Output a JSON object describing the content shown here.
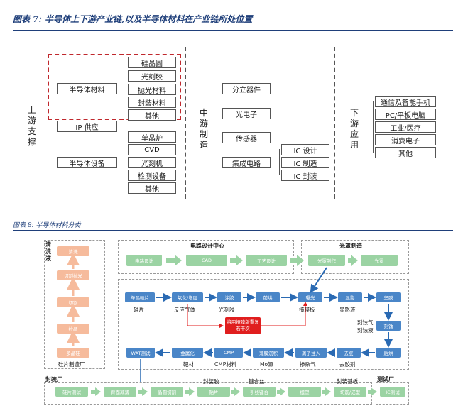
{
  "fig7": {
    "title": "图表 7:  半导体上下游产业链,以及半导体材料在产业链所处位置",
    "upstream": {
      "label": "上游支撑",
      "materials": {
        "label": "半导体材料",
        "items": [
          "硅晶圆",
          "光刻胶",
          "抛光材料",
          "封装材料",
          "其他"
        ]
      },
      "ip_supply": "IP 供应",
      "equipment": {
        "label": "半导体设备",
        "items": [
          "单晶炉",
          "CVD",
          "光刻机",
          "检测设备",
          "其他"
        ]
      }
    },
    "midstream": {
      "label": "中游制造",
      "items": [
        "分立器件",
        "光电子",
        "传感器",
        "集成电路"
      ],
      "ic_items": [
        "IC 设计",
        "IC 制造",
        "IC 封装"
      ]
    },
    "downstream": {
      "label": "下游应用",
      "items": [
        "通信及智能手机",
        "PC/平板电脑",
        "工业/医疗",
        "消费电子",
        "其他"
      ]
    }
  },
  "fig8": {
    "title": "图表 8:  半导体材料分类",
    "cleaning": {
      "label": "清洗液",
      "steps": [
        "清洗",
        "切割抛光",
        "切割",
        "拉晶",
        "多晶硅"
      ],
      "footer": "硅片制造厂"
    },
    "circuit_design": {
      "label": "电路设计中心",
      "steps": [
        "电路设计",
        "CAD",
        "工艺设计"
      ]
    },
    "mask": {
      "label": "光罩制造",
      "steps": [
        "光罩制作",
        "光罩"
      ]
    },
    "fab": {
      "row1": [
        "单晶硅片",
        "氧化/增层",
        "涂胶",
        "前烘",
        "曝光",
        "显影",
        "坚膜"
      ],
      "row1_labels": [
        "硅片",
        "反应气体",
        "光刻胶",
        "掩膜板",
        "显影液"
      ],
      "right_col": [
        "刻蚀",
        "后烘"
      ],
      "etch_labels": [
        "刻蚀气",
        "刻蚀液"
      ],
      "row2": [
        "WAT测试",
        "金属化",
        "CMP",
        "薄膜沉积",
        "离子注入",
        "去胶"
      ],
      "row2_labels": [
        "靶材",
        "CMP材料",
        "Mo源",
        "掺杂气",
        "去胶剂"
      ],
      "reuse_note": "将用掩膜版重复若干次"
    },
    "packaging": {
      "label": "封装厂",
      "steps": [
        "硅片测试",
        "背面减薄",
        "晶圆切割",
        "贴片",
        "引线键合",
        "模塑",
        "切筋/成型"
      ],
      "labels": [
        "封装胶",
        "键合丝",
        "封装基板"
      ]
    },
    "testing": {
      "label": "测试厂",
      "step": "IC测试"
    }
  },
  "colors": {
    "title_blue": "#1f3f7a",
    "process_blue": "#4a86c8",
    "process_green": "#9bd3a3",
    "process_orange": "#f6bb9c",
    "highlight_red": "#e01e1e",
    "materials_border": "#c0282d"
  }
}
